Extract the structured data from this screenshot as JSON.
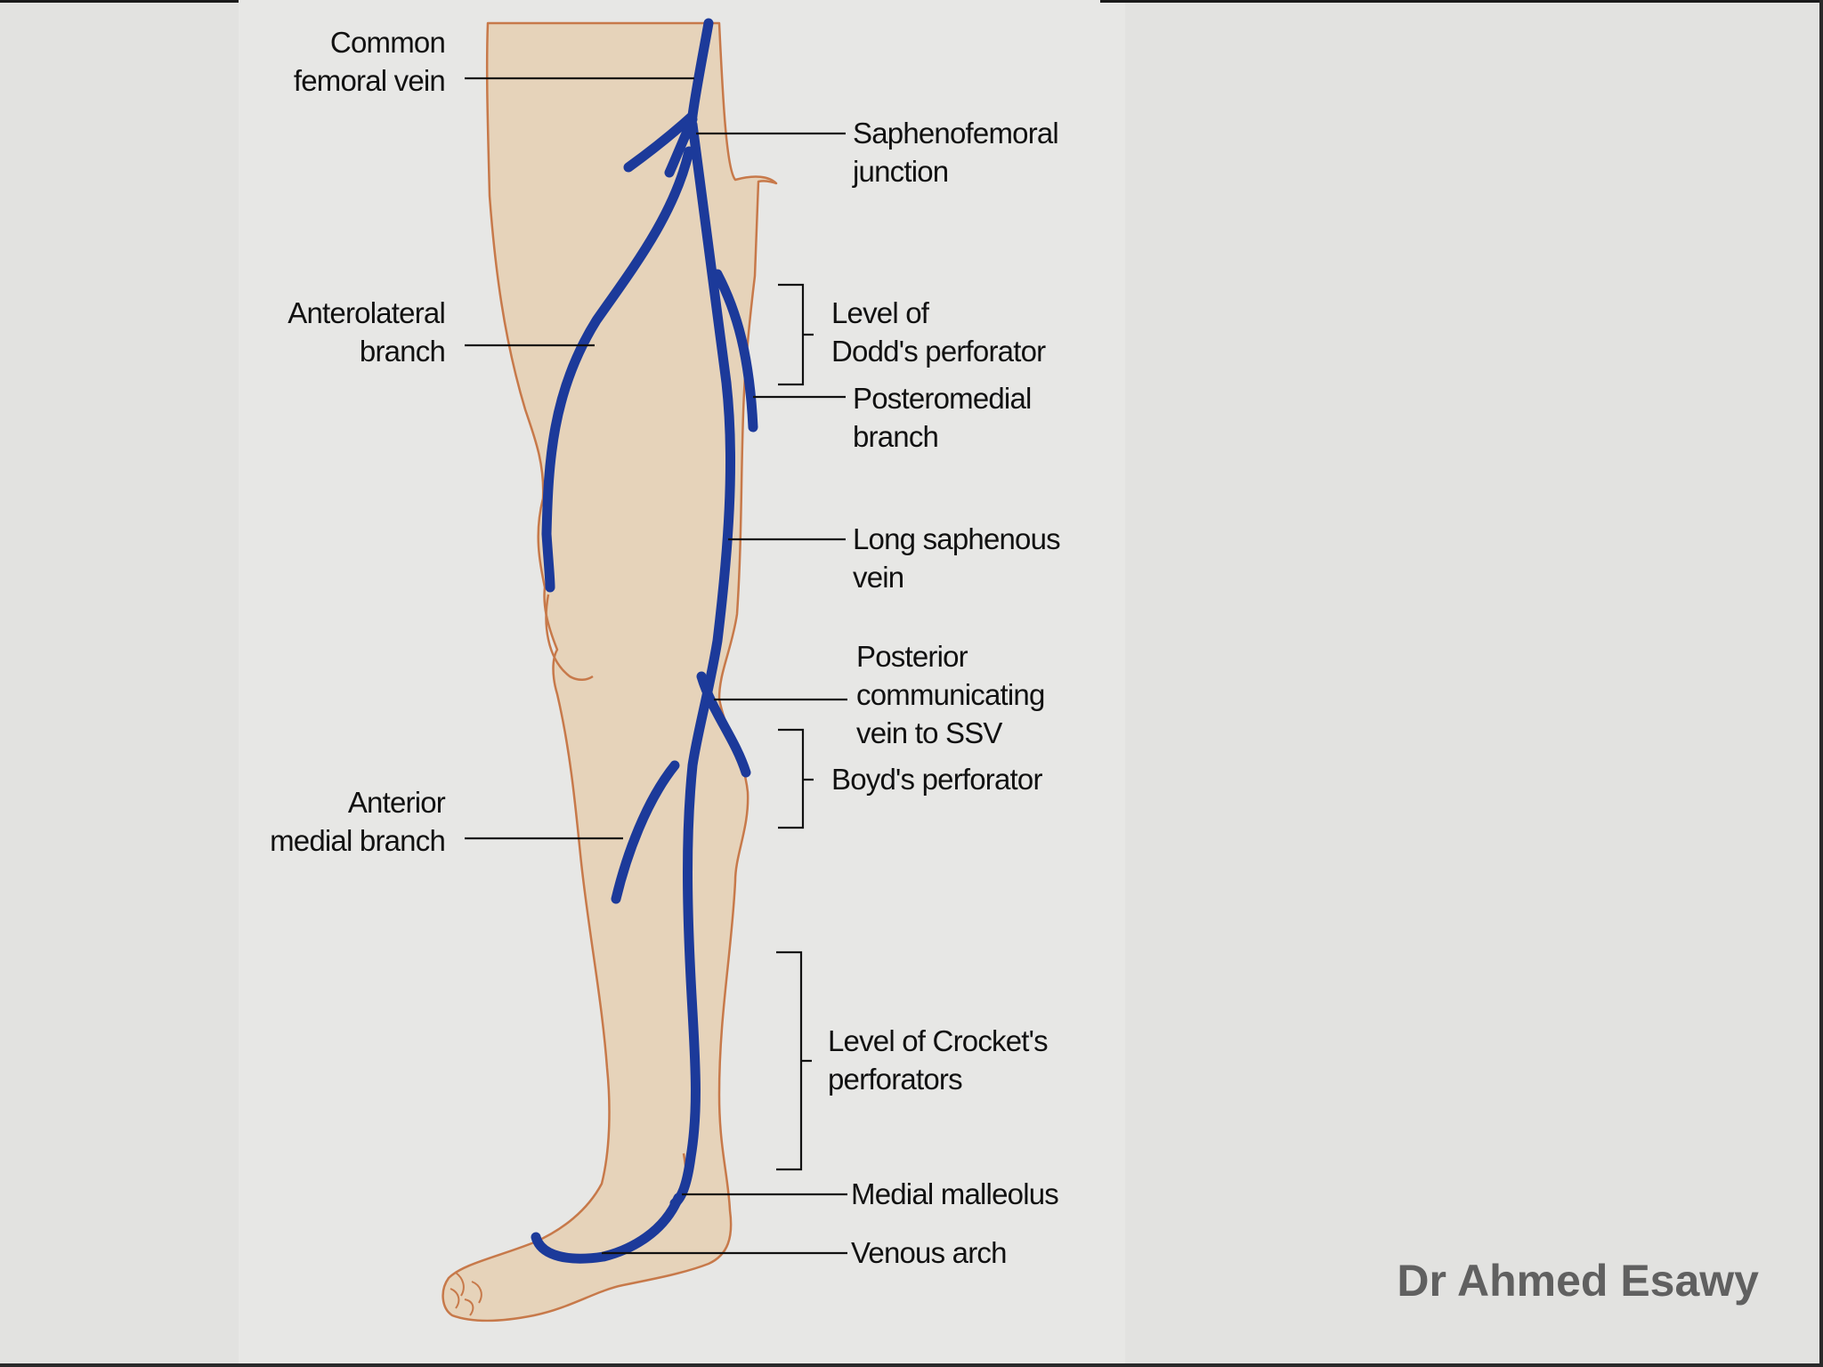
{
  "labels": {
    "common_femoral_vein": [
      "Common",
      "femoral vein"
    ],
    "saphenofemoral_junction": [
      "Saphenofemoral",
      "junction"
    ],
    "anterolateral_branch": [
      "Anterolateral",
      "branch"
    ],
    "dodds_perforator": [
      "Level of",
      "Dodd's perforator"
    ],
    "posteromedial_branch": [
      "Posteromedial",
      "branch"
    ],
    "long_saphenous_vein": [
      "Long saphenous",
      "vein"
    ],
    "posterior_communicating_vein": [
      "Posterior",
      "communicating",
      "vein to SSV"
    ],
    "boyds_perforator": [
      "Boyd's perforator"
    ],
    "anterior_medial_branch": [
      "Anterior",
      "medial branch"
    ],
    "crockets_perforators": [
      "Level of Crocket's",
      "perforators"
    ],
    "medial_malleolus": [
      "Medial malleolus"
    ],
    "venous_arch": [
      "Venous arch"
    ]
  },
  "watermark": "Dr Ahmed Esawy",
  "colors": {
    "background": "#e2e2e0",
    "panel": "#e7e7e5",
    "skin": "#e6d3ba",
    "skin_outline": "#c7794a",
    "vein": "#1c3a9a",
    "leader_line": "#111111",
    "watermark": "#606060"
  }
}
